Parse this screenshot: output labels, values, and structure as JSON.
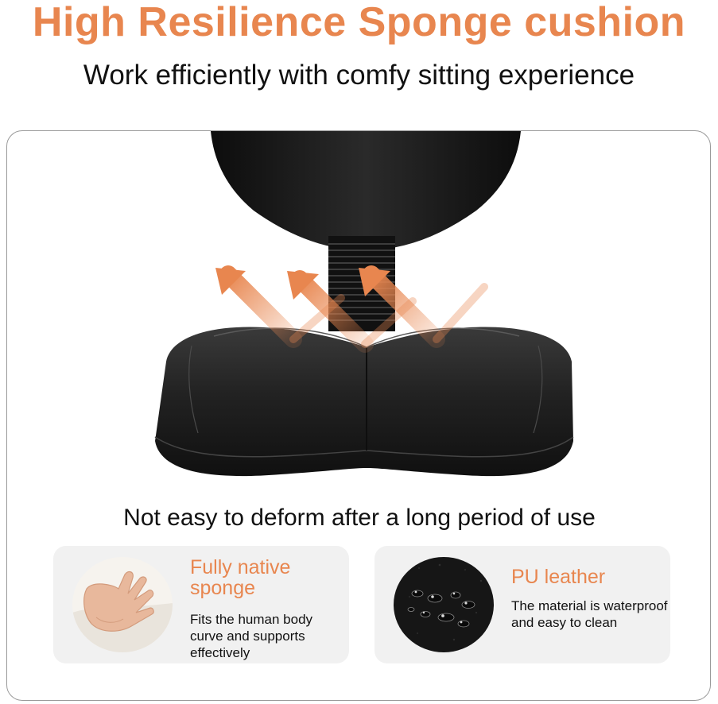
{
  "headline": "High Resilience Sponge cushion",
  "subheadline": "Work efficiently with comfy sitting experience",
  "tagline": "Not easy to deform after a long period of use",
  "features": [
    {
      "title": "Fully native sponge",
      "text": "Fits the human body curve and supports effectively",
      "icon": "hand-pressing-sponge-icon"
    },
    {
      "title": "PU leather",
      "text": "The material is waterproof and easy to clean",
      "icon": "water-droplets-on-leather-icon"
    }
  ],
  "colors": {
    "accent": "#e8864f",
    "text": "#111111",
    "card_bg": "#f1f1f1",
    "seat": "#1d1d1d"
  }
}
